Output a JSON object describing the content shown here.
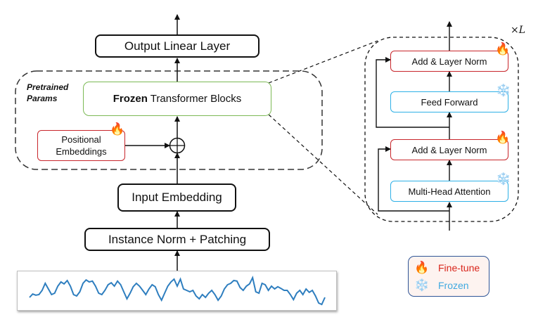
{
  "diagram": {
    "left_stack": {
      "output_layer": "Output Linear Layer",
      "pretrained_group_label": [
        "Pretrained",
        "Params"
      ],
      "transformer_blocks": {
        "bold": "Frozen",
        "rest": " Transformer Blocks"
      },
      "positional_embeddings": [
        "Positional",
        "Embeddings"
      ],
      "input_embedding": "Input Embedding",
      "instance_norm": "Instance Norm + Patching"
    },
    "block_detail": {
      "repeat_label": "×L",
      "layers": [
        {
          "label": "Add & Layer Norm",
          "state": "fine-tune"
        },
        {
          "label": "Feed Forward",
          "state": "frozen"
        },
        {
          "label": "Add & Layer Norm",
          "state": "fine-tune"
        },
        {
          "label": "Multi-Head Attention",
          "state": "frozen"
        }
      ]
    },
    "icons": {
      "fine_tune": "🔥",
      "frozen": "❄️"
    },
    "legend": [
      {
        "icon": "🔥",
        "label": "Fine-tune",
        "color": "#d9261c"
      },
      {
        "icon": "❄️",
        "label": "Frozen",
        "color": "#3fa9e0"
      }
    ],
    "colors": {
      "fine_tune_border": "#c8262b",
      "frozen_border": "#2eb0e6",
      "frozen_block_border": "#7cb955",
      "series_line": "#2e7ebf"
    },
    "time_series": [
      0.3,
      0.42,
      0.38,
      0.4,
      0.55,
      0.8,
      0.6,
      0.4,
      0.45,
      0.7,
      0.85,
      0.78,
      0.9,
      0.7,
      0.4,
      0.35,
      0.5,
      0.8,
      0.92,
      0.85,
      0.88,
      0.7,
      0.45,
      0.4,
      0.55,
      0.75,
      0.82,
      0.7,
      0.88,
      0.75,
      0.5,
      0.25,
      0.45,
      0.68,
      0.8,
      0.7,
      0.55,
      0.4,
      0.6,
      0.75,
      0.68,
      0.4,
      0.2,
      0.45,
      0.7,
      0.85,
      0.95,
      0.7,
      0.95,
      0.6,
      0.55,
      0.5,
      0.55,
      0.35,
      0.25,
      0.4,
      0.3,
      0.45,
      0.55,
      0.4,
      0.2,
      0.35,
      0.6,
      0.75,
      0.8,
      0.9,
      0.88,
      0.65,
      0.55,
      0.7,
      0.78,
      1.0,
      0.5,
      0.45,
      0.8,
      0.75,
      0.55,
      0.7,
      0.6,
      0.68,
      0.62,
      0.55,
      0.55,
      0.4,
      0.22,
      0.45,
      0.55,
      0.4,
      0.6,
      0.48,
      0.55,
      0.35,
      0.1,
      0.05,
      0.3
    ]
  }
}
